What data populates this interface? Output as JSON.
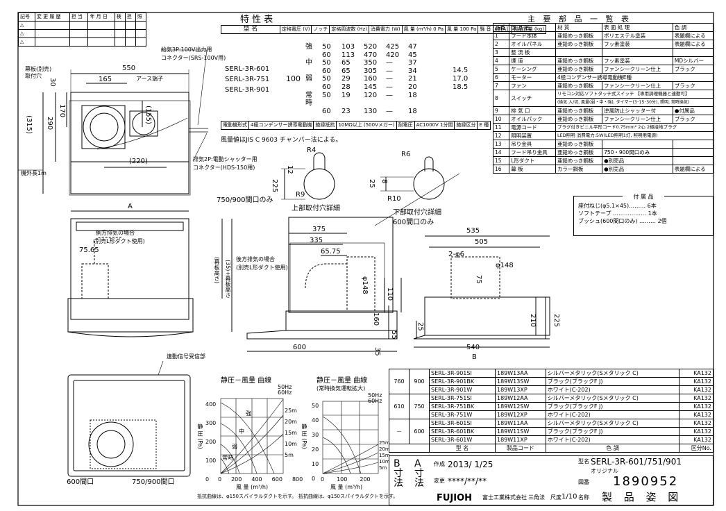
{
  "revision_header": [
    "記号",
    "変 更 履 歴",
    "担 当",
    "年 月 日",
    "検",
    "担",
    "照"
  ],
  "spec": {
    "title": "特 性 表",
    "headers": [
      "型 名",
      "定格電圧 (V)",
      "ノッチ",
      "定格周波数 (Hz)",
      "消費電力 (W)",
      "風 量 (m³/h) 0 Pa",
      "風 量 100 Pa",
      "騒 音 (dB[A])",
      "製品質量 (kg)"
    ],
    "models": [
      "SERL-3R-601",
      "SERL-3R-751",
      "SERL-3R-901"
    ],
    "voltage": "100",
    "rows": [
      {
        "notch": "強",
        "hz": "50",
        "w": "103",
        "q0": "520",
        "q100": "425",
        "db": "47"
      },
      {
        "notch": "",
        "hz": "60",
        "w": "113",
        "q0": "470",
        "q100": "420",
        "db": "45"
      },
      {
        "notch": "中",
        "hz": "50",
        "w": "65",
        "q0": "350",
        "q100": "—",
        "db": "37"
      },
      {
        "notch": "",
        "hz": "60",
        "w": "65",
        "q0": "305",
        "q100": "—",
        "db": "34"
      },
      {
        "notch": "弱",
        "hz": "50",
        "w": "29",
        "q0": "160",
        "q100": "—",
        "db": "21"
      },
      {
        "notch": "",
        "hz": "60",
        "w": "28",
        "q0": "145",
        "q100": "—",
        "db": "20"
      },
      {
        "notch": "常時",
        "hz": "50",
        "w": "19",
        "q0": "120",
        "q100": "—",
        "db": "18"
      },
      {
        "notch": "",
        "hz": "60",
        "w": "23",
        "q0": "130",
        "q100": "—",
        "db": "18"
      }
    ],
    "mass": [
      "14.5",
      "17.0",
      "18.5"
    ],
    "bottom": [
      "電動機形式",
      "4極コンデンサー誘導電動機",
      "絶縁抵抗",
      "10MΩ以上 (500Vメガー)",
      "耐電圧",
      "AC1000V 1分間",
      "絶縁区分",
      "E 種"
    ],
    "note": "風量値はJIS C 9603 チャンバー法による。"
  },
  "parts": {
    "title": "主 要 部 品 一 覧 表",
    "headers": [
      "品番",
      "部 品 名",
      "材 質",
      "表 面 処 理",
      "色 調"
    ],
    "rows": [
      [
        "1",
        "フード本体",
        "亜鉛めっき鋼板",
        "ポリエステル塗装",
        "表題欄による"
      ],
      [
        "2",
        "オイルパネル",
        "亜鉛めっき鋼板",
        "フッ素塗装",
        "表題欄による"
      ],
      [
        "3",
        "整 流 板",
        "",
        "",
        ""
      ],
      [
        "4",
        "煙 道",
        "亜鉛めっき鋼板",
        "フッ素塗装",
        "MDシルバー"
      ],
      [
        "5",
        "ケーシング",
        "亜鉛めっき鋼板",
        "ファンシークリーン仕上",
        "ブラック"
      ],
      [
        "6",
        "モーター",
        "4極コンデンサー誘導電動機E種",
        "",
        ""
      ],
      [
        "7",
        "ファン",
        "亜鉛めっき鋼板",
        "ファンシークリーン仕上",
        "ブラック"
      ],
      [
        "8",
        "スイッチ",
        "リモコン対応ソフトタッチ式スイッチ 【専用調理機器と連動可】",
        "(換気 入/切, 風量(弱・中・強), タイマー(3･15･30分), 照明, 常時換気)",
        ""
      ],
      [
        "9",
        "排 気 口",
        "亜鉛めっき鋼板",
        "逆風防止シャッター付",
        "●付属品"
      ],
      [
        "10",
        "オイルパック",
        "亜鉛めっき鋼板",
        "ファンシークリーン仕上",
        "ブラック"
      ],
      [
        "11",
        "電源コード",
        "プラグ付きビニル平形コード0.75mm² 2心 2極接地プラグ",
        "",
        ""
      ],
      [
        "12",
        "照明装置",
        "LED照明 消費電力:5W(LED照明1灯, 照明用電源)",
        "",
        ""
      ],
      [
        "13",
        "吊り金具",
        "亜鉛めっき鋼板",
        "",
        ""
      ],
      [
        "14",
        "フード吊り金具",
        "亜鉛めっき鋼板",
        "750・900間口のみ",
        ""
      ],
      [
        "15",
        "L形ダクト",
        "亜鉛めっき鋼板",
        "●別売品",
        ""
      ],
      [
        "16",
        "幕 板",
        "カラー鋼板",
        "●別売品",
        "表題欄による"
      ]
    ]
  },
  "accessories": {
    "title": "付 属 品",
    "items": [
      "座付ねじ(φ5.1×45)……… 6本",
      "ソフトテープ ……………… 1本",
      "ブッシュ(600間口のみ) ……… 2個"
    ]
  },
  "labels": {
    "conn3p": "給気3P:100V出力用",
    "conn3p_b": "コネクター(SRS-100V用)",
    "conn2p": "排気2P:電動シャッター用",
    "conn2p_b": "コネクター(HDS-150用)",
    "maku": "幕板(別売)",
    "mount_hole": "取付穴",
    "earth": "アース端子",
    "cord": "機外長1m",
    "only_750_900": "750/900間口のみ",
    "upper_hole": "上部取付穴詳細",
    "lower_hole": "下部取付穴詳細",
    "only_600": "600間口のみ",
    "side_exhaust": "側方排気の場合",
    "side_exhaust_b": "(別売L形ダクト使用)",
    "rear_exhaust": "後方排気の場合",
    "rear_exhaust_b": "(別売L形ダクト使用)",
    "signal_rx": "連動信号受信部",
    "pl_600": "600間口",
    "pl_750900": "750/900間口",
    "dim_550": "550",
    "dim_165": "165",
    "dim_30": "30",
    "dim_170": "170",
    "dim_290": "290",
    "dim_315": "(315)",
    "dim_155": "(155)",
    "dim_220": "(220)",
    "dim_A": "A",
    "dim_B": "B",
    "dim_375": "375",
    "dim_335": "335",
    "dim_6575": "65.75",
    "dim_7565": "75.65",
    "dim_148": "φ148",
    "dim_110": "110",
    "dim_160": "160",
    "dim_55": "55",
    "dim_600": "600",
    "dim_35": "35",
    "dim_535": "535",
    "dim_505": "505",
    "dim_2phi6": "2-φ6",
    "dim_p148": "φ148",
    "dim_75": "75",
    "dim_540": "540",
    "dim_25a": "25",
    "dim_210": "210",
    "dim_225b": "225",
    "dim_r4": "R4",
    "dim_12": "12",
    "dim_225": "225",
    "dim_r9": "R9",
    "dim_r6": "R6",
    "dim_25": "25",
    "dim_8": "8",
    "dim_r10": "R10",
    "maku_h": "(幕板高さ)",
    "maku_h2": "(35)+幕板高さ"
  },
  "curve1": {
    "title": "静圧－風量 曲線",
    "legend": [
      "50Hz",
      "60Hz"
    ],
    "ylabel": "静 圧 (Pa)",
    "xlabel": "風 量 (m³/h)",
    "yticks": [
      "400",
      "300",
      "200",
      "100",
      "0"
    ],
    "xticks": [
      "0",
      "200",
      "400",
      "600",
      "800"
    ],
    "duct": [
      "25m",
      "20m",
      "15m",
      "10m",
      "5m"
    ],
    "notches": [
      "常時",
      "弱",
      "中",
      "強"
    ],
    "note": "抵抗曲線は、φ150スパイラルダクトを示す。"
  },
  "curve2": {
    "title": "静圧－風量 曲線",
    "sub": "(常時換気運転拡大)",
    "legend": [
      "50Hz",
      "60Hz"
    ],
    "ylabel": "静 圧 (Pa)",
    "xlabel": "風 量 (m³/h)",
    "yticks": [
      "50",
      "40",
      "30",
      "20",
      "10",
      "0"
    ],
    "xticks": [
      "0",
      "100",
      "200"
    ],
    "duct": [
      "25m",
      "20m",
      "15m",
      "10m",
      "5m"
    ],
    "note": "抵抗曲線は、φ150スパイラルダクトを示す。"
  },
  "models_table": {
    "rows": [
      [
        "760",
        "900",
        "SERL-3R-901SI",
        "189W13AA",
        "シルバーメタリック(Sメタリック C)",
        "KA132"
      ],
      [
        "",
        "",
        "SERL-3R-901BK",
        "189W13SW",
        "ブラック(ブラックF J)",
        "KA132"
      ],
      [
        "",
        "",
        "SERL-3R-901W",
        "189W13XP",
        "ホワイト(C-202)",
        "KA132"
      ],
      [
        "610",
        "750",
        "SERL-3R-751SI",
        "189W12AA",
        "シルバーメタリック(Sメタリック C)",
        "KA132"
      ],
      [
        "",
        "",
        "SERL-3R-751BK",
        "189W12SW",
        "ブラック(ブラックF J)",
        "KA132"
      ],
      [
        "",
        "",
        "SERL-3R-751W",
        "189W12XP",
        "ホワイト(C-202)",
        "KA132"
      ],
      [
        "－",
        "600",
        "SERL-3R-601SI",
        "189W11AA",
        "シルバーメタリック(Sメタリック C)",
        "KA132"
      ],
      [
        "",
        "",
        "SERL-3R-601BK",
        "189W11SW",
        "ブラック(ブラックF J)",
        "KA132"
      ],
      [
        "",
        "",
        "SERL-3R-601W",
        "189W11XP",
        "ホワイト(C-202)",
        "KA132"
      ]
    ],
    "footer": [
      "型 名",
      "製品コード",
      "色 調",
      "区分No."
    ]
  },
  "title_block": {
    "b": "B 寸法",
    "a": "A 寸法",
    "date_label": "作成",
    "date": "2013/ 1/25",
    "rev_label": "変更",
    "rev": "****/**/**",
    "model_label": "型名",
    "model": "SERL-3R-601/751/901",
    "original": "オリジナル",
    "no_label": "図番",
    "no": "1890952",
    "company": "FUJIOH",
    "company_jp": "富士工業株式会社",
    "angle": "三角法",
    "scale_label": "尺度",
    "scale": "1/10",
    "name_label": "名称",
    "name": "製 品 姿 図"
  }
}
